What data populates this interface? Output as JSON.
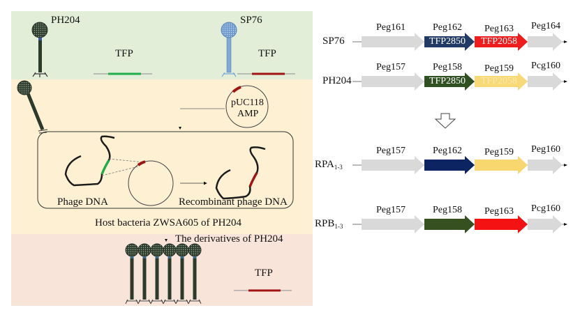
{
  "left_panel": {
    "top": {
      "phage1_label": "PH204",
      "phage2_label": "SP76",
      "tfp1_label": "TFP",
      "tfp2_label": "TFP"
    },
    "middle": {
      "plasmid_label_line1": "pUC118",
      "plasmid_label_line2": "AMP",
      "phage_dna_label": "Phage DNA",
      "recombinant_label": "Recombinant phage DNA",
      "host_label": "Host bacteria ZWSA605 of PH204"
    },
    "bottom": {
      "derivatives_label": "The derivatives of PH204",
      "tfp_label": "TFP",
      "phage_count": 6
    }
  },
  "right_panel": {
    "rows": [
      {
        "name": "SP76",
        "sub": "",
        "genes": [
          {
            "label": "Peg161",
            "inner": "",
            "color": "#d9d9d9"
          },
          {
            "label": "Peg162",
            "inner": "TFP2850",
            "color": "#213a66"
          },
          {
            "label": "Peg163",
            "inner": "TFP2058",
            "color": "#ee1c1c"
          },
          {
            "label": "Peg164",
            "inner": "",
            "color": "#d9d9d9"
          }
        ]
      },
      {
        "name": "PH204",
        "sub": "",
        "genes": [
          {
            "label": "Peg157",
            "inner": "",
            "color": "#d9d9d9"
          },
          {
            "label": "Peg158",
            "inner": "TFP2850",
            "color": "#2f5020"
          },
          {
            "label": "Peg159",
            "inner": "TFP2058",
            "color": "#f7d978"
          },
          {
            "label": "Pcg160",
            "inner": "",
            "color": "#d9d9d9"
          }
        ]
      },
      {
        "name": "RPA",
        "sub": "1-3",
        "genes": [
          {
            "label": "Peg157",
            "inner": "",
            "color": "#d9d9d9"
          },
          {
            "label": "Peg162",
            "inner": "",
            "color": "#0c2461"
          },
          {
            "label": "Peg159",
            "inner": "",
            "color": "#f7d76e"
          },
          {
            "label": "Peg160",
            "inner": "",
            "color": "#d9d9d9"
          }
        ]
      },
      {
        "name": "RPB",
        "sub": "1-3",
        "genes": [
          {
            "label": "Peg157",
            "inner": "",
            "color": "#d9d9d9"
          },
          {
            "label": "Peg158",
            "inner": "",
            "color": "#36501f"
          },
          {
            "label": "Peg163",
            "inner": "",
            "color": "#f51212"
          },
          {
            "label": "Pcg160",
            "inner": "",
            "color": "#d9d9d9"
          }
        ]
      }
    ]
  },
  "colors": {
    "green_tfp": "#1fae4a",
    "red_tfp": "#a01414",
    "phage_dark": "#2c3a2c",
    "phage_blue": "#7fa8d6"
  }
}
